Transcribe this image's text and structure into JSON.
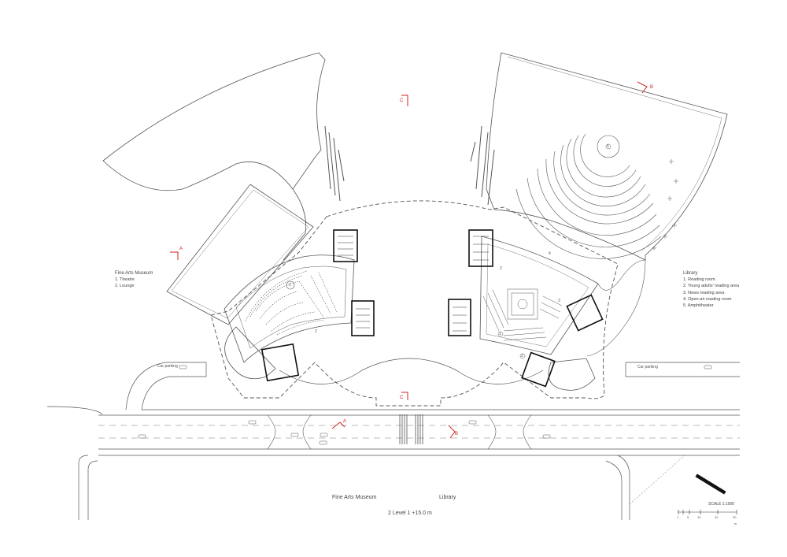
{
  "drawing": {
    "caption_museum": "Fine Arts Museum",
    "caption_library": "Library",
    "level_label": "2 Level 1 +15.0 m",
    "scale_label": "SCALE 1:1000",
    "scale_ticks": [
      "1",
      "5",
      "10",
      "20",
      "30"
    ],
    "scale_unit": "m"
  },
  "legend_museum": {
    "title": "Fine Arts Museum",
    "items": [
      "1. Theatre",
      "2. Lounge"
    ]
  },
  "legend_library": {
    "title": "Library",
    "items": [
      "1. Reading room",
      "2. Young adults' reading area",
      "3. News reading area",
      "4. Open-air reading room",
      "5. Amphitheater"
    ]
  },
  "parking": {
    "left": "Car parking",
    "right": "Car parking"
  },
  "room_numbers": {
    "theatre": "1",
    "lounge": "2",
    "reading_room": "1",
    "young_adults_a": "2",
    "young_adults_b": "2",
    "news_reading": "3",
    "open_air": "4",
    "amphitheater": "5"
  },
  "section_marks": {
    "a_top": "A",
    "a_road": "A",
    "b_top": "B",
    "b_road": "B",
    "c_top": "C",
    "c_bottom": "C"
  },
  "colors": {
    "line": "#555555",
    "section_mark": "#cc2222",
    "background": "#ffffff"
  }
}
